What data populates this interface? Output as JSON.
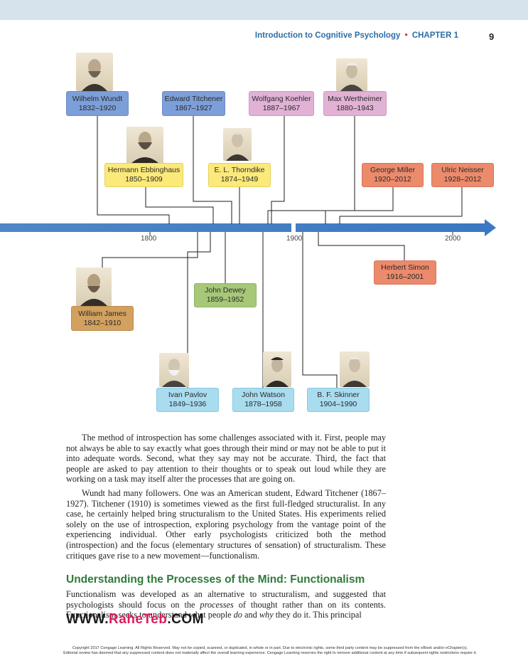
{
  "header": {
    "book_title": "Introduction to Cognitive Psychology",
    "bullet": "•",
    "chapter": "CHAPTER 1",
    "page_number": "9"
  },
  "timeline": {
    "years": [
      "1800",
      "1900",
      "2000"
    ],
    "people": [
      {
        "id": "wundt",
        "name": "Wilhelm Wundt",
        "dates": "1832–1920",
        "color": "#7d9fd9",
        "has_portrait": true
      },
      {
        "id": "titchener",
        "name": "Edward Titchener",
        "dates": "1867–1927",
        "color": "#7d9fd9",
        "has_portrait": false
      },
      {
        "id": "koehler",
        "name": "Wolfgang Koehler",
        "dates": "1887–1967",
        "color": "#e2b2d6",
        "has_portrait": false
      },
      {
        "id": "wertheimer",
        "name": "Max Wertheimer",
        "dates": "1880–1943",
        "color": "#e2b2d6",
        "has_portrait": true
      },
      {
        "id": "ebbinghaus",
        "name": "Hermann Ebbinghaus",
        "dates": "1850–1909",
        "color": "#fbe97a",
        "has_portrait": true
      },
      {
        "id": "thorndike",
        "name": "E. L. Thorndike",
        "dates": "1874–1949",
        "color": "#fbe97a",
        "has_portrait": true
      },
      {
        "id": "miller",
        "name": "George Miller",
        "dates": "1920–2012",
        "color": "#ec8a6c",
        "has_portrait": false
      },
      {
        "id": "neisser",
        "name": "Ulric Neisser",
        "dates": "1928–2012",
        "color": "#ec8a6c",
        "has_portrait": false
      },
      {
        "id": "simon",
        "name": "Herbert Simon",
        "dates": "1916–2001",
        "color": "#ec8a6c",
        "has_portrait": false
      },
      {
        "id": "james",
        "name": "William James",
        "dates": "1842–1910",
        "color": "#d2a15f",
        "has_portrait": true
      },
      {
        "id": "dewey",
        "name": "John Dewey",
        "dates": "1859–1952",
        "color": "#a7c878",
        "has_portrait": false
      },
      {
        "id": "pavlov",
        "name": "Ivan Pavlov",
        "dates": "1849–1936",
        "color": "#a9dcef",
        "has_portrait": true
      },
      {
        "id": "watson",
        "name": "John Watson",
        "dates": "1878–1958",
        "color": "#a9dcef",
        "has_portrait": true
      },
      {
        "id": "skinner",
        "name": "B. F. Skinner",
        "dates": "1904–1990",
        "color": "#a9dcef",
        "has_portrait": true
      }
    ]
  },
  "body": {
    "paragraph1": "The method of introspection has some challenges associated with it. First, people may not always be able to say exactly what goes through their mind or may not be able to put it into adequate words. Second, what they say may not be accurate. Third, the fact that people are asked to pay attention to their thoughts or to speak out loud while they are working on a task may itself alter the processes that are going on.",
    "paragraph2": "Wundt had many followers. One was an American student, Edward Titchener (1867–1927). Titchener (1910) is sometimes viewed as the first full-fledged structuralist. In any case, he certainly helped bring structuralism to the United States. His experiments relied solely on the use of introspection, exploring psychology from the vantage point of the experiencing individual. Other early psychologists criticized both the method (introspection) and the focus (elementary structures of sensation) of structuralism. These critiques gave rise to a new movement—functionalism.",
    "heading": "Understanding the Processes of the Mind: Functionalism",
    "paragraph3_a": "Functionalism was developed as an alternative to structuralism, and suggested that psychologists should focus on the ",
    "paragraph3_em1": "processes",
    "paragraph3_b": " of thought rather than on its contents. Functionalism seeks to understand what people ",
    "paragraph3_em2": "do",
    "paragraph3_c": " and ",
    "paragraph3_em3": "why",
    "paragraph3_d": " they do it. This principal"
  },
  "watermark": {
    "prefix": "WWW.",
    "accent": "RaheTeb",
    "suffix": ".COM"
  },
  "footer": {
    "copyright_line1": "Copyright 2017 Cengage Learning. All Rights Reserved. May not be copied, scanned, or duplicated, in whole or in part. Due to electronic rights, some third party content may be suppressed from the eBook and/or eChapter(s).",
    "copyright_line2": "Editorial review has deemed that any suppressed content does not materially affect the overall learning experience. Cengage Learning reserves the right to remove additional content at any time if subsequent rights restrictions require it."
  }
}
